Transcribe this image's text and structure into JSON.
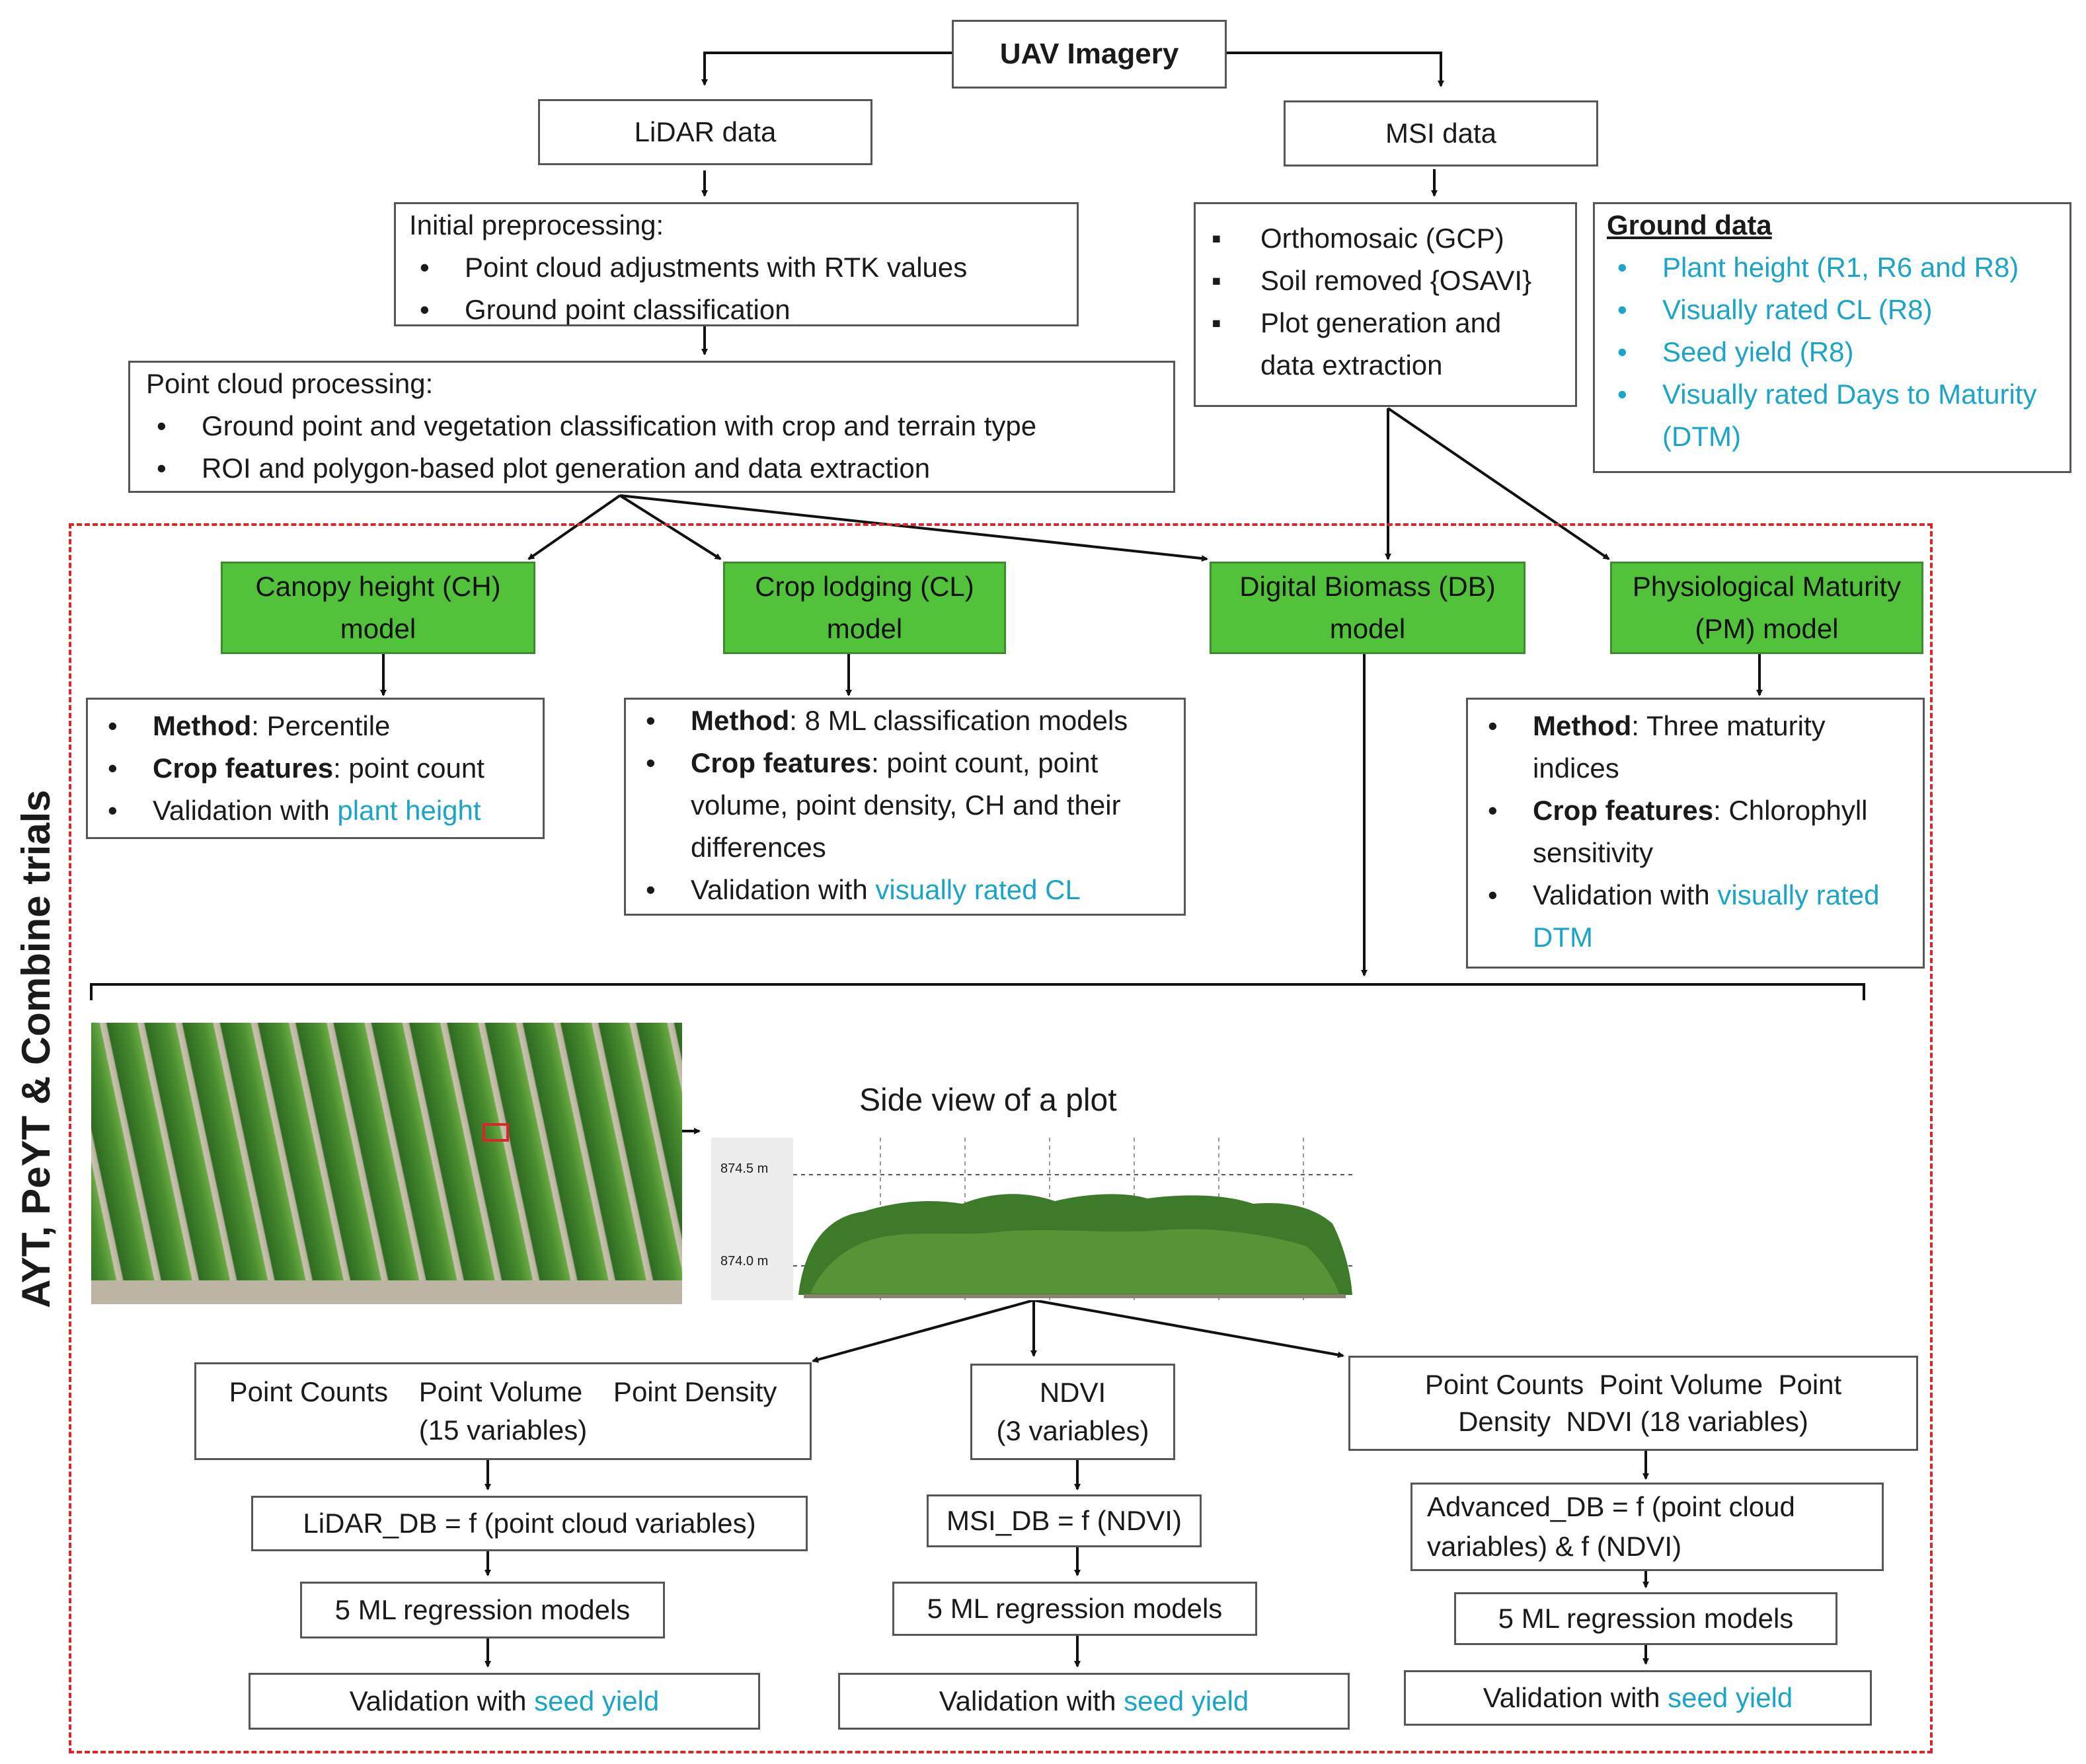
{
  "uav": "UAV Imagery",
  "lidar": "LiDAR data",
  "msi": "MSI data",
  "initial": {
    "title": "Initial preprocessing:",
    "items": [
      "Point cloud adjustments with RTK values",
      "Ground point classification"
    ]
  },
  "pcp": {
    "title": "Point cloud processing:",
    "items": [
      "Ground point and vegetation classification with crop and terrain type",
      "ROI and polygon-based plot generation and data extraction"
    ]
  },
  "msi_proc": {
    "items": [
      "Orthomosaic (GCP)",
      "Soil removed {OSAVI}",
      "Plot generation and data extraction"
    ]
  },
  "ground": {
    "title": "Ground data",
    "items": [
      "Plant height (R1, R6 and R8)",
      "Visually rated CL (R8)",
      "Seed yield (R8)",
      "Visually rated Days to Maturity (DTM)"
    ]
  },
  "side_label": "AYT, PeYT & Combine trials",
  "models": {
    "ch": "Canopy height (CH) model",
    "cl": "Crop lodging (CL) model",
    "db": "Digital Biomass (DB) model",
    "pm": "Physiological Maturity (PM) model"
  },
  "ch_details": {
    "method_label": "Method",
    "method_value": ": Percentile",
    "features_label": "Crop features",
    "features_value": ": point count",
    "validation_prefix": "Validation with ",
    "validation_target": "plant height"
  },
  "cl_details": {
    "method_label": "Method",
    "method_value": ": 8 ML classification models",
    "features_label": "Crop features",
    "features_value": ": point count, point volume, point density, CH and their differences",
    "validation_prefix": "Validation with ",
    "validation_target": "visually rated CL"
  },
  "pm_details": {
    "method_label": "Method",
    "method_value": ": Three maturity indices",
    "features_label": "Crop features",
    "features_value": ": Chlorophyll sensitivity",
    "validation_prefix": "Validation with ",
    "validation_target": "visually rated DTM"
  },
  "side_view_title": "Side view of a plot",
  "side_view_ticks": [
    "874.5 m",
    "874.0 m"
  ],
  "db_branches": {
    "lidar_vars": {
      "line1": "Point Counts    Point Volume    Point Density",
      "line2": "(15 variables)"
    },
    "ndvi_vars": {
      "line1": "NDVI",
      "line2": "(3 variables)"
    },
    "adv_vars": {
      "line1": "Point Counts  Point Volume  Point",
      "line2": "Density  NDVI (18 variables)"
    },
    "lidar_db": "LiDAR_DB = f (point cloud variables)",
    "msi_db": "MSI_DB = f (NDVI)",
    "adv_db_1": "Advanced_DB = f (point cloud",
    "adv_db_2": "variables) & f (NDVI)",
    "regression": "5 ML regression models",
    "validation_prefix": "Validation with ",
    "validation_target": "seed yield"
  },
  "colors": {
    "model_fill": "#52c23a",
    "link_text": "#1aa5c8",
    "trial_border": "#d9262b"
  }
}
